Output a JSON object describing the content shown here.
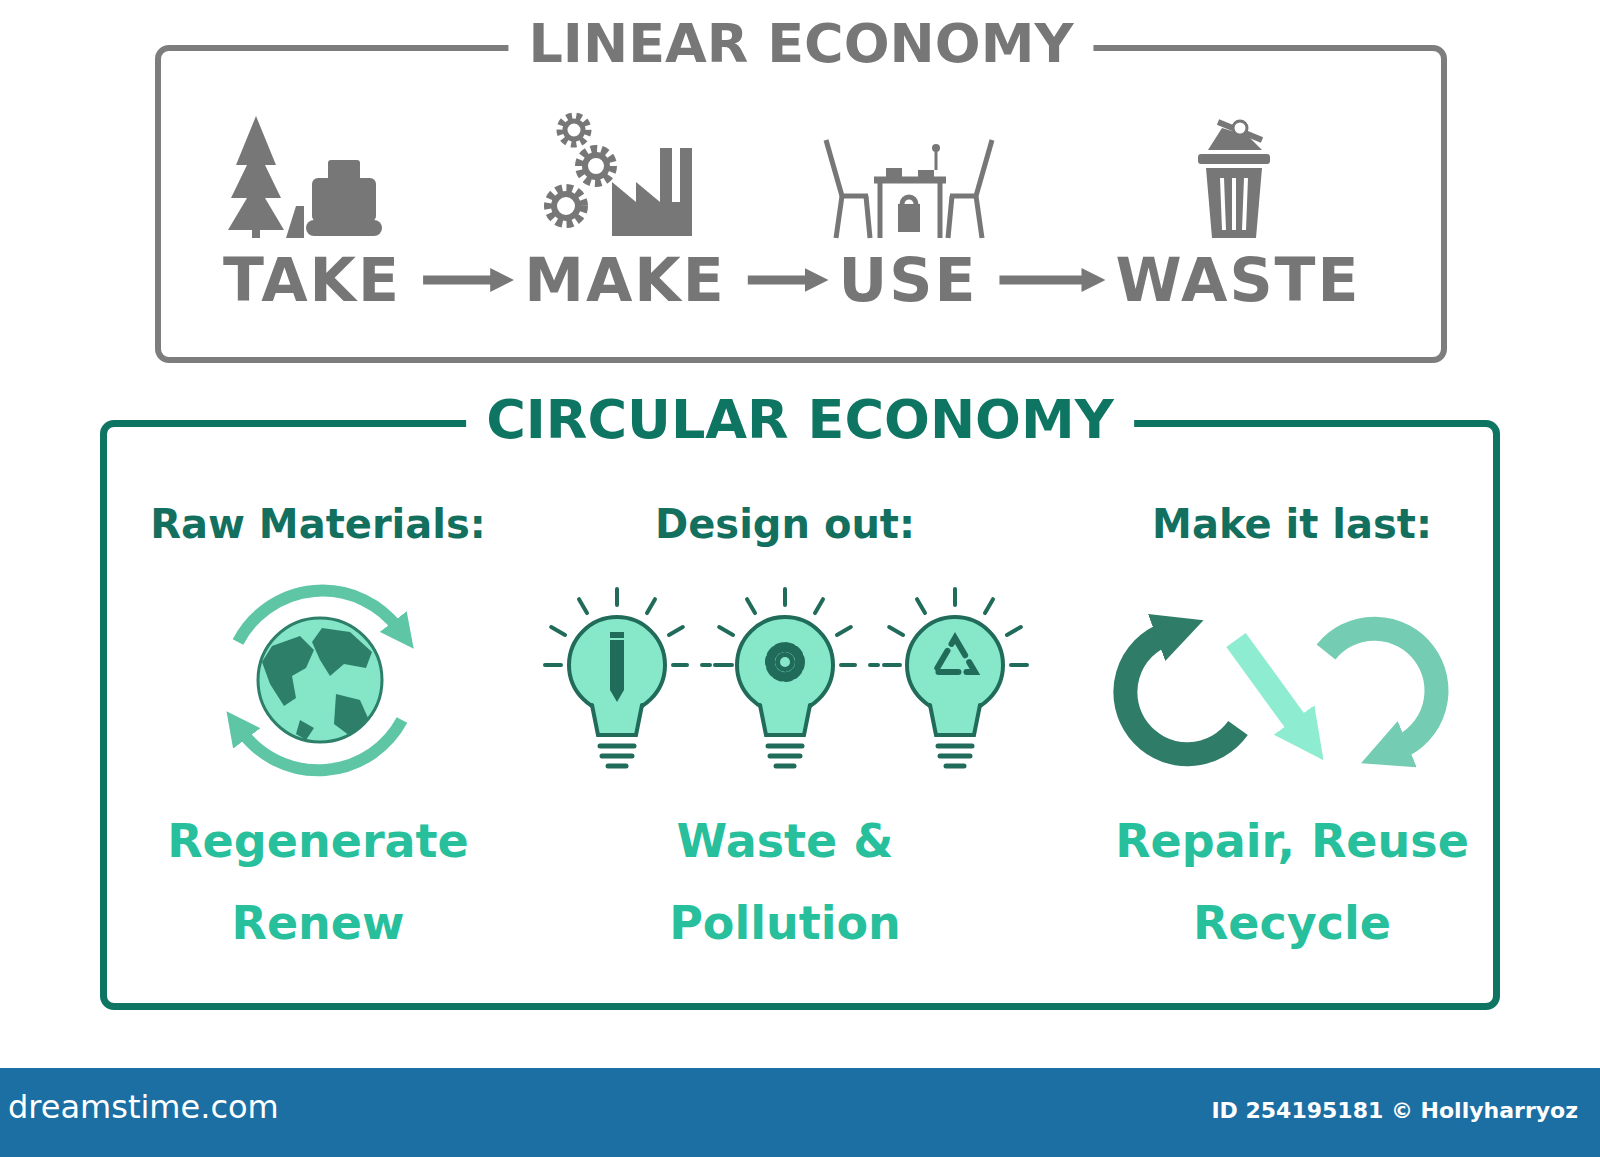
{
  "diagram": {
    "nodes": [
      {
        "text": [
          "LINEAR ECONOMY"
        ]
      },
      {
        "text": [
          "TAKE"
        ],
        "in": 0
      },
      {
        "text": [
          "MAKE"
        ],
        "in": 0
      },
      {
        "text": [
          "USE"
        ],
        "in": 0
      },
      {
        "text": [
          "WASTE"
        ],
        "in": 0
      },
      {
        "text": [
          "CIRCULAR ECONOMY"
        ]
      },
      {
        "text": [
          "Raw Materials:",
          "Regenerate Renew"
        ],
        "in": 5
      },
      {
        "text": [
          "Design out:",
          "Waste & Pollution"
        ],
        "in": 5
      },
      {
        "text": [
          "Make it last:",
          "Repair, Reuse Recycle"
        ],
        "in": 5
      }
    ],
    "edges": [
      {
        "from": 1,
        "to": 2,
        "arrow": "to"
      },
      {
        "from": 2,
        "to": 3,
        "arrow": "to"
      },
      {
        "from": 3,
        "to": 4,
        "arrow": "to"
      }
    ],
    "labels": [
      "dreamstime.com",
      "ID 254195181 © Hollyharryoz"
    ]
  }
}
